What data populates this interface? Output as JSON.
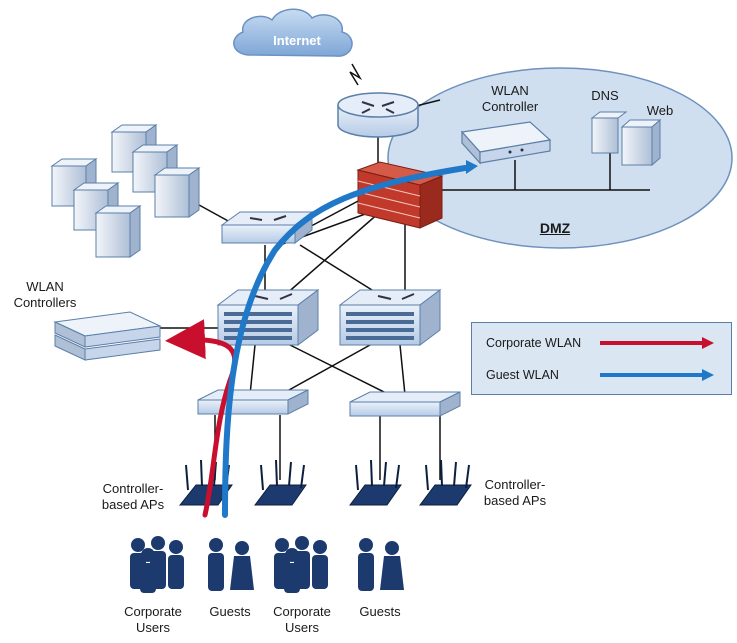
{
  "labels": {
    "internet": "Internet",
    "wlan_controller_dmz": [
      "WLAN",
      "Controller"
    ],
    "dns": "DNS",
    "web": "Web",
    "dmz": "DMZ",
    "wlan_controllers": [
      "WLAN",
      "Controllers"
    ],
    "aps_left": [
      "Controller-",
      "based APs"
    ],
    "aps_right": [
      "Controller-",
      "based APs"
    ],
    "users": [
      [
        "Corporate",
        "Users"
      ],
      [
        "Guests"
      ],
      [
        "Corporate",
        "Users"
      ],
      [
        "Guests"
      ]
    ]
  },
  "legend": {
    "corporate": "Corporate WLAN",
    "guest": "Guest WLAN"
  },
  "colors": {
    "corporate": "#c8102e",
    "guest": "#1f78c8",
    "device_fill": "#c9d9ee",
    "device_stroke": "#5b7fa8",
    "dmz_fill": "#cfdff0",
    "firewall": "#c0392b",
    "people": "#1c3a6e"
  }
}
